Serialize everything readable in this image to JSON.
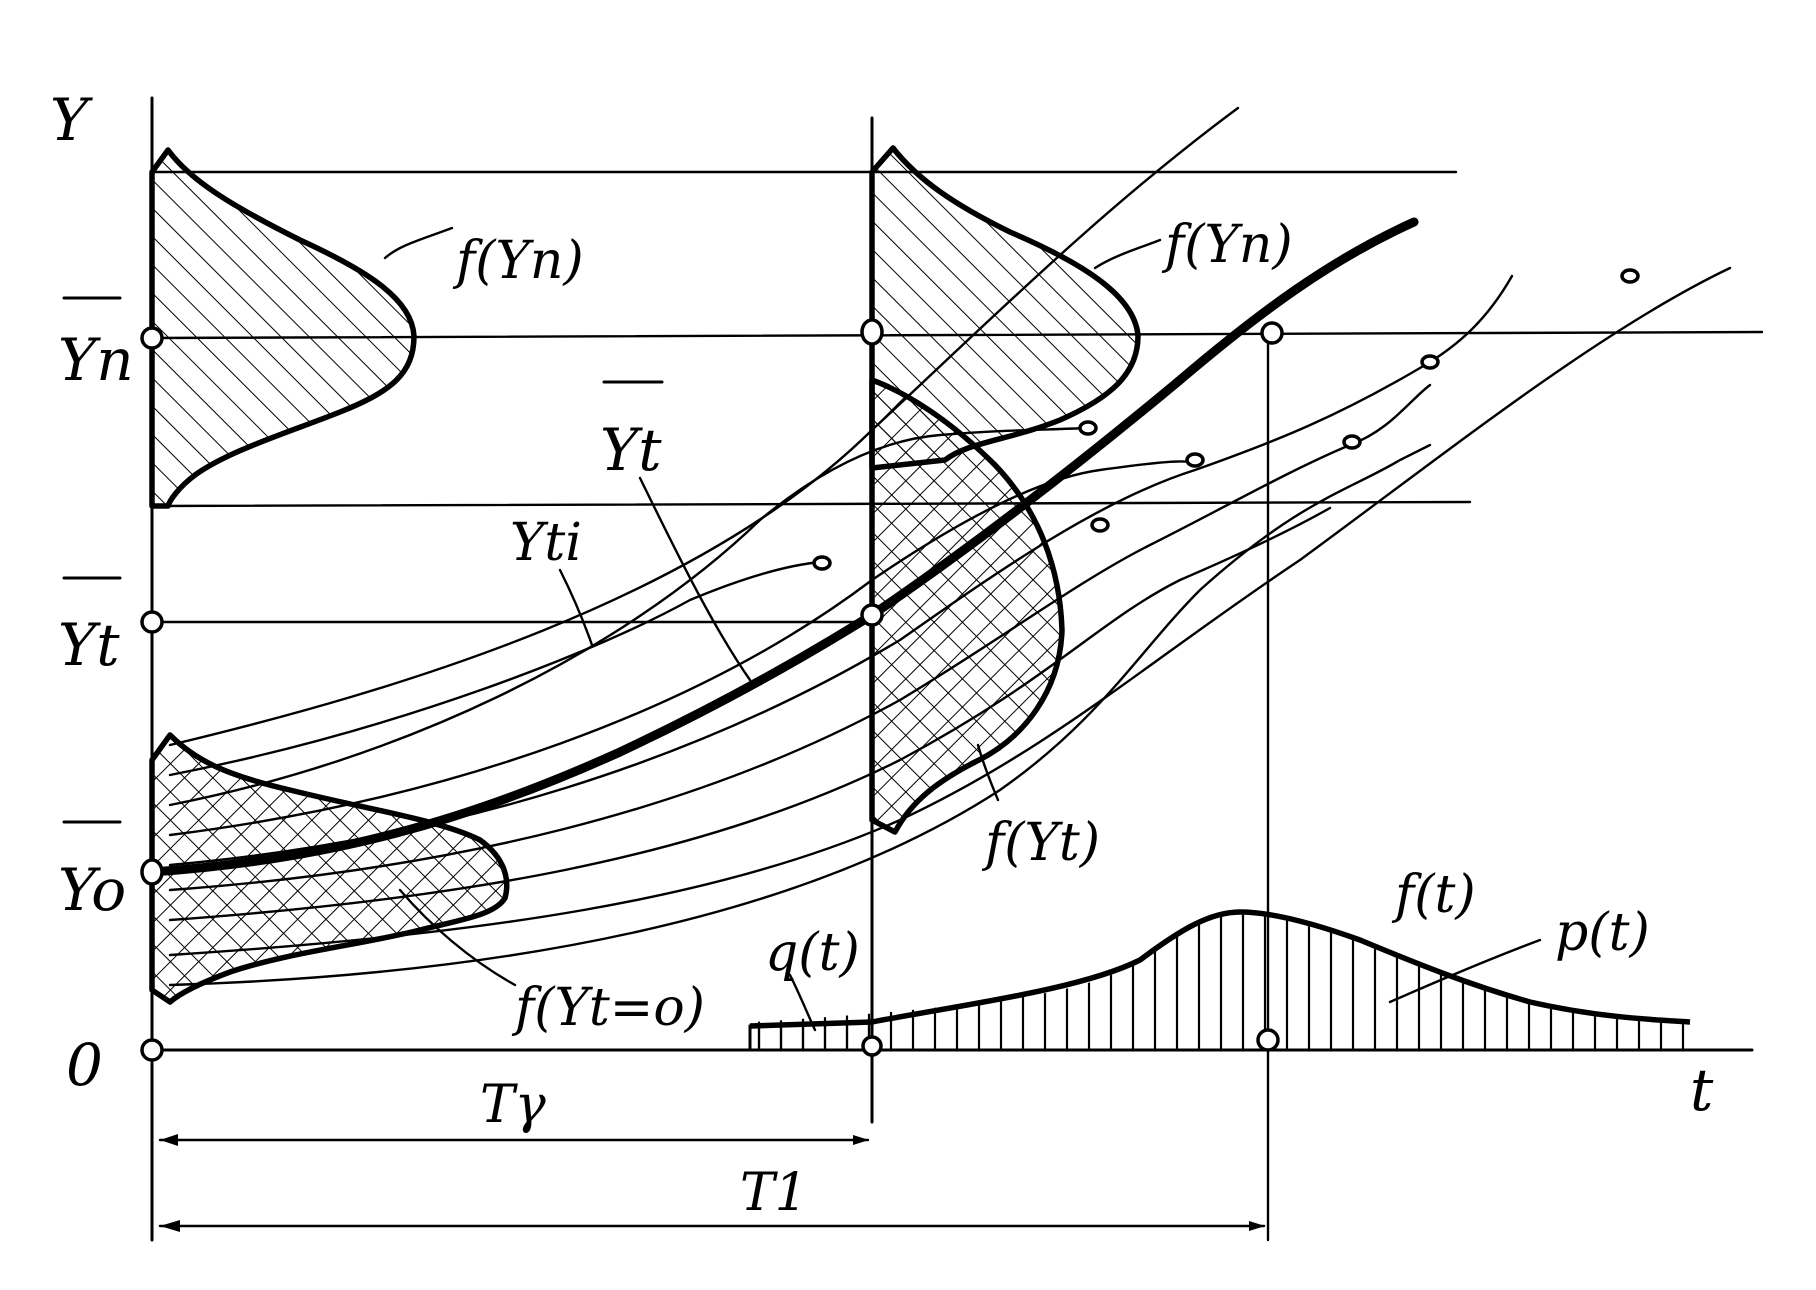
{
  "labels": {
    "y_axis": "Y",
    "t_axis": "t",
    "origin": "0",
    "y_n_tick": "Yп",
    "y_t_tick": "Yt",
    "y_0_tick": "Yo",
    "f_yn_left": "f(Yп)",
    "f_yn_right": "f(Yп)",
    "y_t_mean_curve": "Yt",
    "y_ti": "Yti",
    "f_yt": "f(Yt)",
    "f_yt0": "f(Yt=o)",
    "q_t": "q(t)",
    "f_t": "f(t)",
    "p_t": "p(t)",
    "t_gamma": "Tγ",
    "t_1": "T1"
  }
}
